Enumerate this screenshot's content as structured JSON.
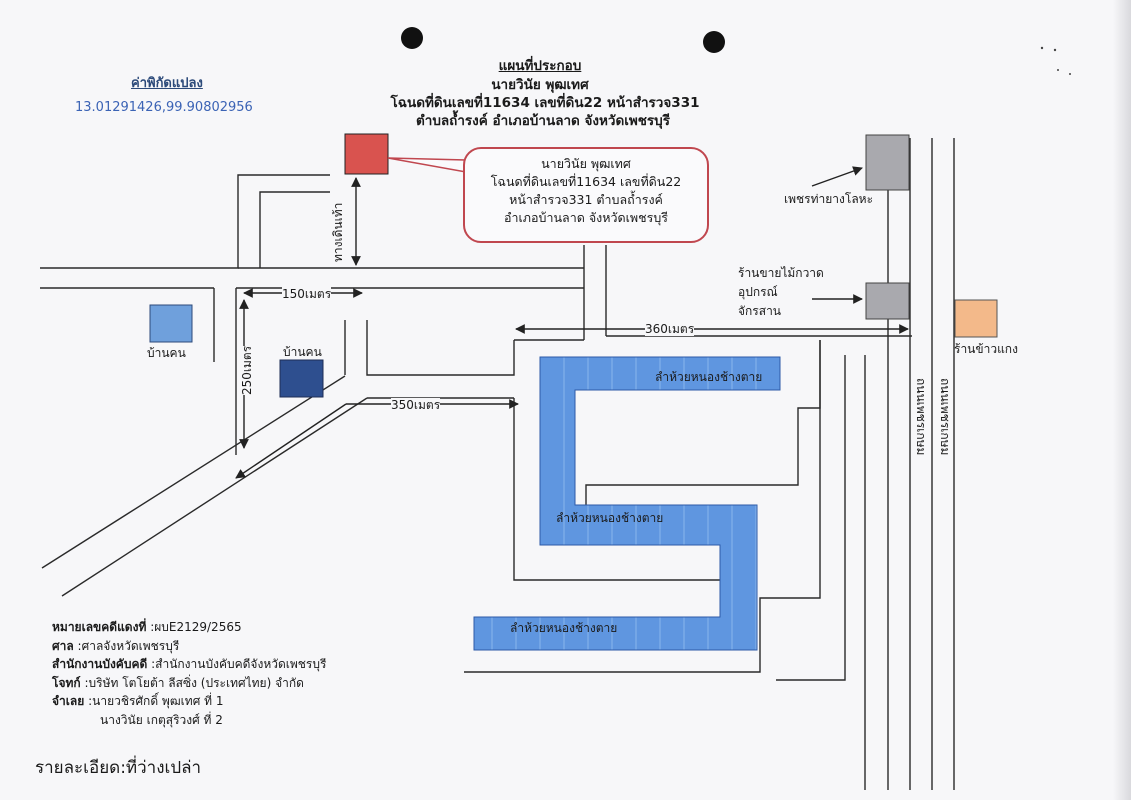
{
  "header": {
    "title": "แผนที่ประกอบ",
    "owner": "นายวินัย พุฒเทศ",
    "deed": "โฉนดที่ดินเลขที่11634 เลขที่ดิน22 หน้าสำรวจ331",
    "location": "ตำบลถ้ำรงค์ อำเภอบ้านลาด จังหวัดเพชรบุรี"
  },
  "coordinates": {
    "label": "ค่าพิกัดแปลง",
    "value": "13.01291426,99.90802956"
  },
  "callout": {
    "line1": "นายวินัย พุฒเทศ",
    "line2": "โฉนดที่ดินเลขที่11634 เลขที่ดิน22",
    "line3": "หน้าสำรวจ331 ตำบลถ้ำรงค์",
    "line4": "อำเภอบ้านลาด จังหวัดเพชรบุรี"
  },
  "map_labels": {
    "walkway": "ทางเดินเท้า",
    "dist_150": "150เมตร",
    "dist_250": "250เมตร",
    "dist_350": "350เมตร",
    "dist_360": "360เมตร",
    "house1": "บ้านคน",
    "house2": "บ้านคน",
    "canal1": "ลำห้วยหนองช้างตาย",
    "canal2": "ลำห้วยหนองช้างตาย",
    "canal3": "ลำห้วยหนองช้างตาย",
    "shop_rubber": "เพชรท่ายางโลหะ",
    "shop_broom1": "ร้านขายไม้กวาด",
    "shop_broom2": "อุปกรณ์",
    "shop_broom3": "จักรสาน",
    "shop_rice": "ร้านข้าวแกง",
    "highway1": "ถนนเพชรเกษม",
    "highway2": "ถนนเพชรเกษม"
  },
  "case_info": {
    "case_no_label": "หมายเลขคดีแดงที่",
    "case_no_value": ":ผบE2129/2565",
    "court_label": "ศาล",
    "court_value": ":ศาลจังหวัดเพชรบุรี",
    "office_label": "สำนักงานบังคับคดี",
    "office_value": ":สำนักงานบังคับคดีจังหวัดเพชรบุรี",
    "plaintiff_label": "โจทก์",
    "plaintiff_value": ":บริษัท โตโยต้า ลีสซิ่ง (ประเทศไทย) จำกัด",
    "defendant_label": "จำเลย",
    "defendant_value1": ":นายวชิรศักดิ์ พุฒเทศ ที่ 1",
    "defendant_value2": "นางวินัย เกตุสุริวงศ์ ที่ 2"
  },
  "footer": {
    "detail": "รายละเอียด:ที่ว่างเปล่า"
  },
  "colors": {
    "plot": "#d9534f",
    "house": "#6fa0dc",
    "house_dark": "#2e4f8f",
    "canal": "#5f96e0",
    "shop_gray": "#a9a9ae",
    "shop_orange": "#f3b98a",
    "callout_border": "#c0474f"
  }
}
